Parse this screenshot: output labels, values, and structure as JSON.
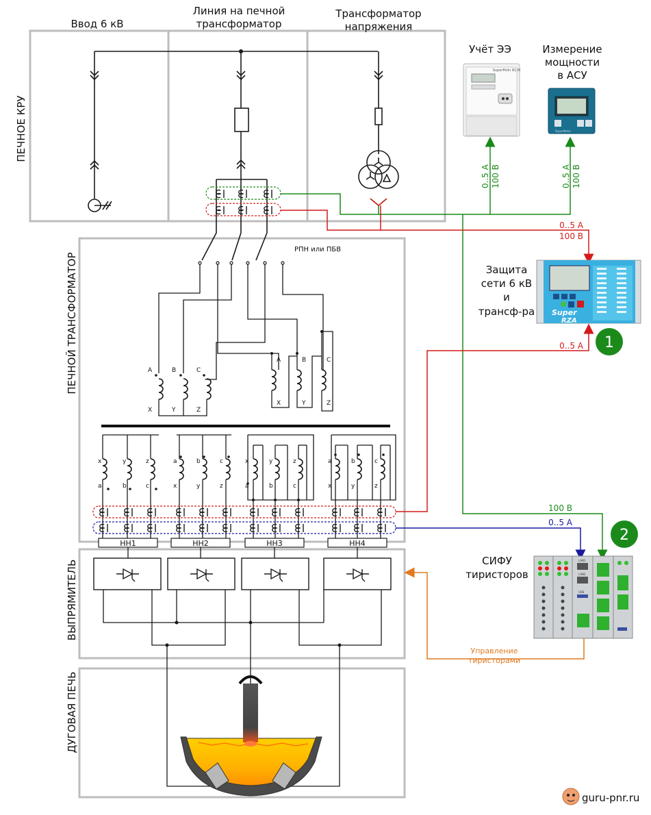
{
  "panels": {
    "kru": "ПЕЧНОЕ КРУ",
    "transformer": "ПЕЧНОЙ ТРАНСФОРМАТОР",
    "rectifier": "ВЫПРЯМИТЕЛЬ",
    "furnace": "ДУГОВАЯ ПЕЧЬ"
  },
  "columns": {
    "input": "Ввод 6 кВ",
    "line_1": "Линия на печной",
    "line_2": "трансформатор",
    "vt_1": "Трансформатор",
    "vt_2": "напряжения"
  },
  "devices": {
    "meter": {
      "title": "Учёт ЭЭ",
      "current": "0..5 А",
      "voltage": "100 В",
      "brand": "SuperPolin 81.M"
    },
    "power": {
      "title_1": "Измерение",
      "title_2": "мощности",
      "title_3": "в АСУ",
      "current": "0..5 А",
      "voltage": "100 В",
      "brand": "SuperMeter"
    },
    "protection": {
      "title_1": "Защита",
      "title_2": "сети 6 кВ",
      "title_3": "и",
      "title_4": "трансф-ра",
      "badge": "1",
      "in_current": "0..5 А",
      "in_voltage": "100 В",
      "out_current": "0..5 А",
      "brand_1": "Super",
      "brand_2": "RZA"
    },
    "sifu": {
      "title_1": "СИФУ",
      "title_2": "тиристоров",
      "badge": "2",
      "voltage": "100 В",
      "current": "0..5 А",
      "lan1": "LAN1",
      "lan2": "LAN2",
      "usb": "USB"
    }
  },
  "transformer": {
    "tap_changer": "РПН или ПБВ",
    "primary_left": [
      "A",
      "B",
      "C",
      "X",
      "Y",
      "Z"
    ],
    "primary_right": [
      "A",
      "B",
      "C",
      "X",
      "Y",
      "Z"
    ],
    "groups": [
      {
        "name": "НН1",
        "top": [
          "x",
          "y",
          "z"
        ],
        "bottom": [
          "a",
          "b",
          "c"
        ]
      },
      {
        "name": "НН2",
        "top": [
          "a",
          "b",
          "c"
        ],
        "bottom": [
          "x",
          "y",
          "z"
        ]
      },
      {
        "name": "НН3",
        "top": [
          "x",
          "y",
          "z"
        ],
        "bottom": [
          "a",
          "b",
          "c"
        ]
      },
      {
        "name": "НН4",
        "top": [
          "a",
          "b",
          "c"
        ],
        "bottom": [
          "x",
          "y",
          "z"
        ]
      }
    ]
  },
  "control_label_1": "Управление",
  "control_label_2": "тиристорами",
  "watermark": "guru-pnr.ru",
  "colors": {
    "measurement_green": "#1a8a1a",
    "protection_red": "#d41a1a",
    "sifu_blue": "#1a1aa0",
    "control_orange": "#e07a20",
    "badge_green": "#1b8a1b",
    "relay_blue": "#3ab0e0"
  }
}
